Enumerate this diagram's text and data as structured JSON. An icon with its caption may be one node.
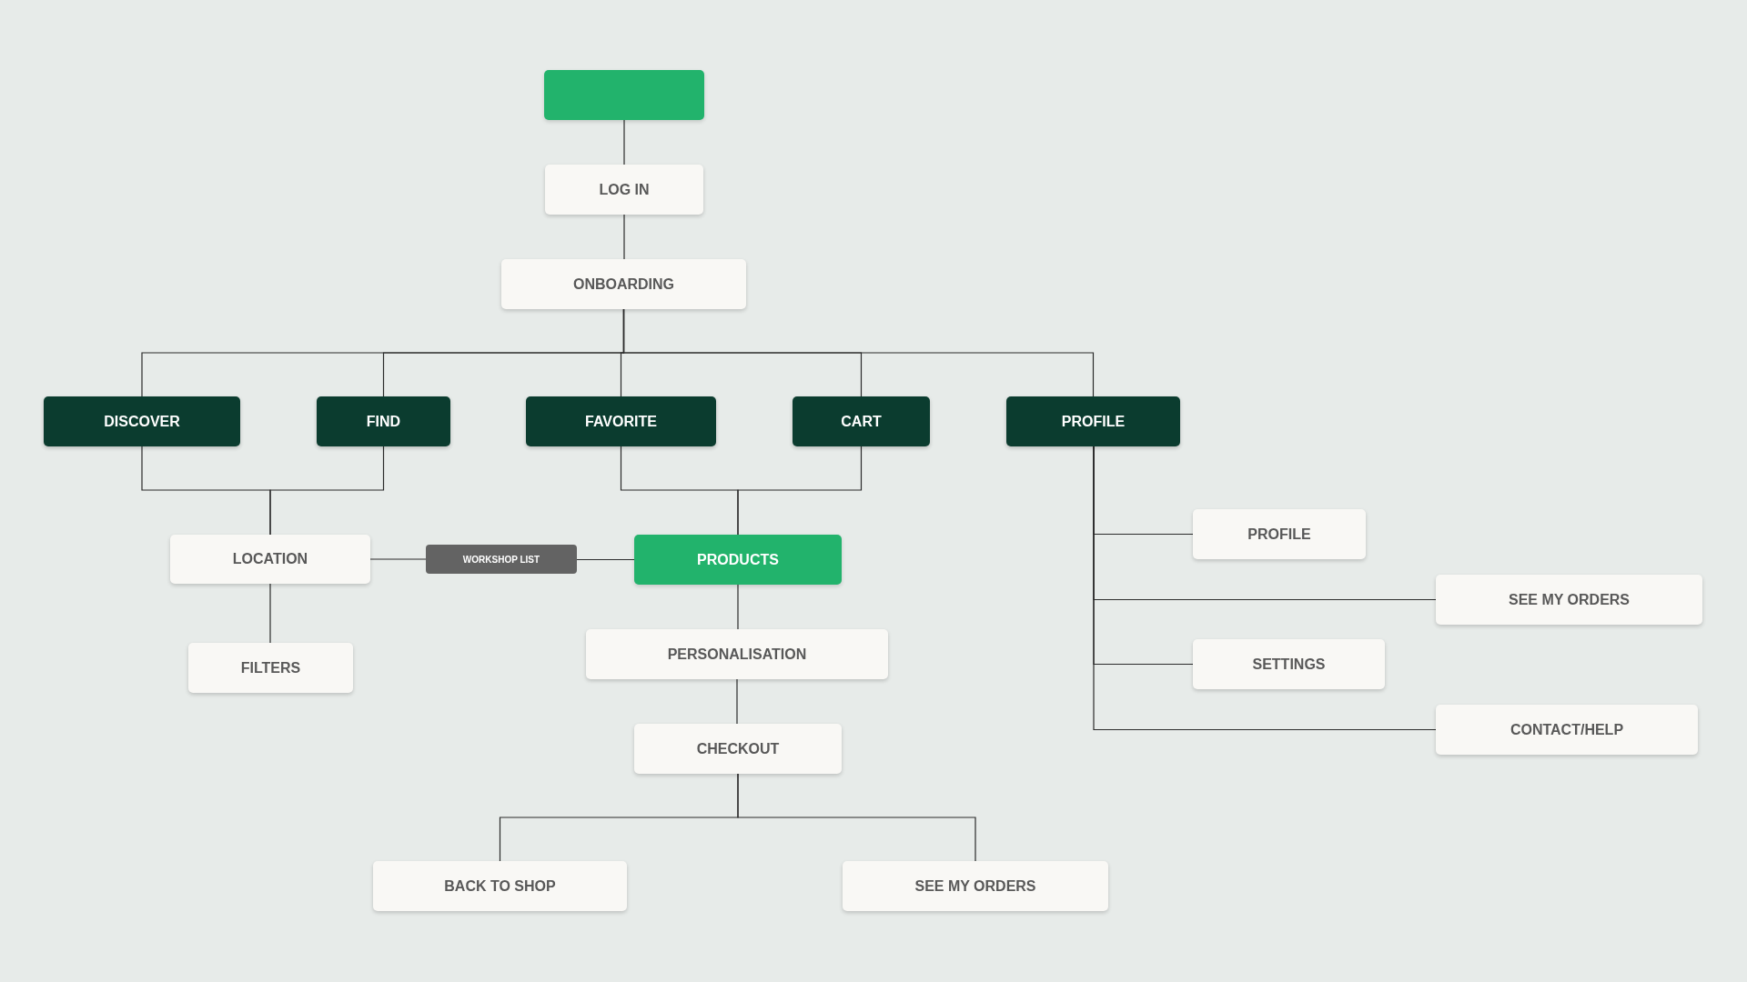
{
  "diagram": {
    "nodes": [
      {
        "text": [],
        "shape": "box"
      },
      {
        "text": [
          "LOG IN"
        ]
      },
      {
        "text": [
          "ONBOARDING"
        ]
      },
      {
        "text": [
          "DISCOVER"
        ]
      },
      {
        "text": [
          "FIND"
        ]
      },
      {
        "text": [
          "FAVORITE"
        ]
      },
      {
        "text": [
          "CART"
        ]
      },
      {
        "text": [
          "PROFILE"
        ]
      },
      {
        "text": [
          "LOCATION"
        ]
      },
      {
        "text": [
          "WORKSHOP LIST"
        ]
      },
      {
        "text": [
          "PRODUCTS"
        ]
      },
      {
        "text": [
          "FILTERS"
        ]
      },
      {
        "text": [
          "PERSONALISATION"
        ]
      },
      {
        "text": [
          "CHECKOUT"
        ]
      },
      {
        "text": [
          "BACK TO SHOP"
        ]
      },
      {
        "text": [
          "SEE MY ORDERS"
        ]
      },
      {
        "text": [
          "PROFILE"
        ]
      },
      {
        "text": [
          "SEE MY ORDERS"
        ]
      },
      {
        "text": [
          "SETTINGS"
        ]
      },
      {
        "text": [
          "CONTACT/HELP"
        ]
      }
    ],
    "edges": [
      {
        "from": 0,
        "to": 1,
        "arrow": "none"
      },
      {
        "from": 1,
        "to": 2,
        "arrow": "none"
      },
      {
        "from": 2,
        "to": 3,
        "arrow": "none"
      },
      {
        "from": 2,
        "to": 4,
        "arrow": "none"
      },
      {
        "from": 2,
        "to": 5,
        "arrow": "none"
      },
      {
        "from": 2,
        "to": 6,
        "arrow": "none"
      },
      {
        "from": 2,
        "to": 7,
        "arrow": "none"
      },
      {
        "from": 3,
        "to": 8,
        "arrow": "none"
      },
      {
        "from": 4,
        "to": 8,
        "arrow": "none"
      },
      {
        "from": 5,
        "to": 10,
        "arrow": "none"
      },
      {
        "from": 6,
        "to": 10,
        "arrow": "none"
      },
      {
        "from": 8,
        "to": 9,
        "arrow": "none"
      },
      {
        "from": 9,
        "to": 10,
        "arrow": "none"
      },
      {
        "from": 8,
        "to": 11,
        "arrow": "none"
      },
      {
        "from": 10,
        "to": 12,
        "arrow": "none"
      },
      {
        "from": 12,
        "to": 13,
        "arrow": "none"
      },
      {
        "from": 13,
        "to": 14,
        "arrow": "none"
      },
      {
        "from": 13,
        "to": 15,
        "arrow": "none"
      },
      {
        "from": 7,
        "to": 16,
        "arrow": "none"
      },
      {
        "from": 7,
        "to": 17,
        "arrow": "none"
      },
      {
        "from": 7,
        "to": 18,
        "arrow": "none"
      },
      {
        "from": 7,
        "to": 19,
        "arrow": "none"
      }
    ]
  }
}
